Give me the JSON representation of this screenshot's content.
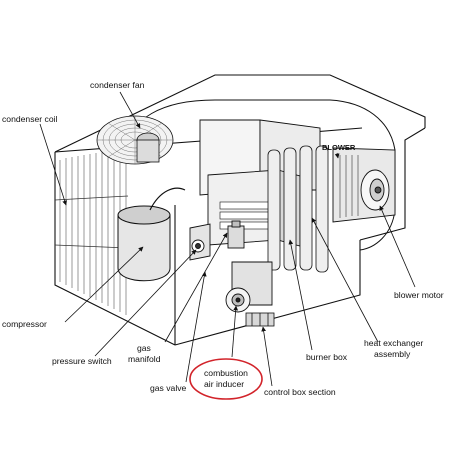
{
  "diagram": {
    "labels": {
      "condenser_fan": "condenser fan",
      "condenser_coil": "condenser coil",
      "blower": "BLOWER",
      "compressor": "compressor",
      "pressure_switch": "pressure switch",
      "gas_manifold_line1": "gas",
      "gas_manifold_line2": "manifold",
      "gas_valve": "gas valve",
      "combustion_air_inducer_line1": "combustion",
      "combustion_air_inducer_line2": "air inducer",
      "control_box_section": "control box section",
      "burner_box": "burner box",
      "heat_exchanger_line1": "heat exchanger",
      "heat_exchanger_line2": "assembly",
      "blower_motor": "blower motor"
    },
    "highlight_color": "#d2232a",
    "line_color": "#111111"
  }
}
